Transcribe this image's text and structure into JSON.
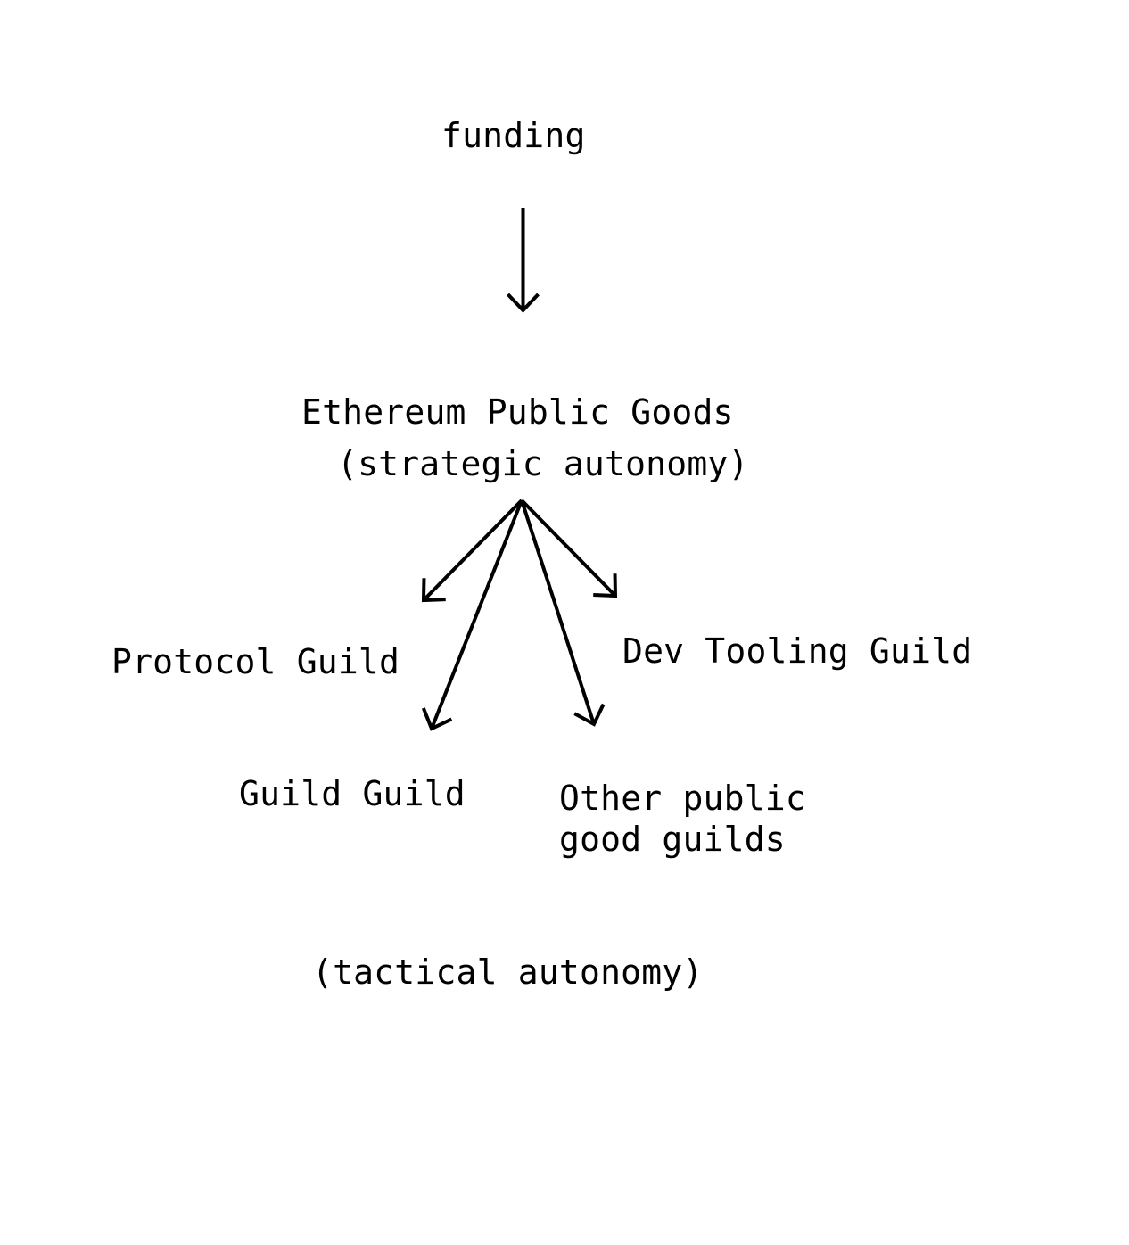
{
  "diagram": {
    "background_color": "#ffffff",
    "ink_color": "#000000",
    "nodes": {
      "funding": {
        "label": "funding"
      },
      "epg_title": {
        "label": "Ethereum Public Goods"
      },
      "epg_subtitle": {
        "label": "(strategic autonomy)"
      },
      "protocol_guild": {
        "label": "Protocol Guild"
      },
      "dev_tooling_guild": {
        "label": "Dev Tooling Guild"
      },
      "guild_guild": {
        "label": "Guild Guild"
      },
      "other_public_good_guilds": {
        "label": "Other public\ngood guilds"
      },
      "tactical_autonomy": {
        "label": "(tactical autonomy)"
      }
    },
    "edges": [
      {
        "from": "funding",
        "to": "ethereum-public-goods"
      },
      {
        "from": "ethereum-public-goods",
        "to": "protocol-guild"
      },
      {
        "from": "ethereum-public-goods",
        "to": "dev-tooling-guild"
      },
      {
        "from": "ethereum-public-goods",
        "to": "guild-guild"
      },
      {
        "from": "ethereum-public-goods",
        "to": "other-public-good-guilds"
      }
    ]
  }
}
